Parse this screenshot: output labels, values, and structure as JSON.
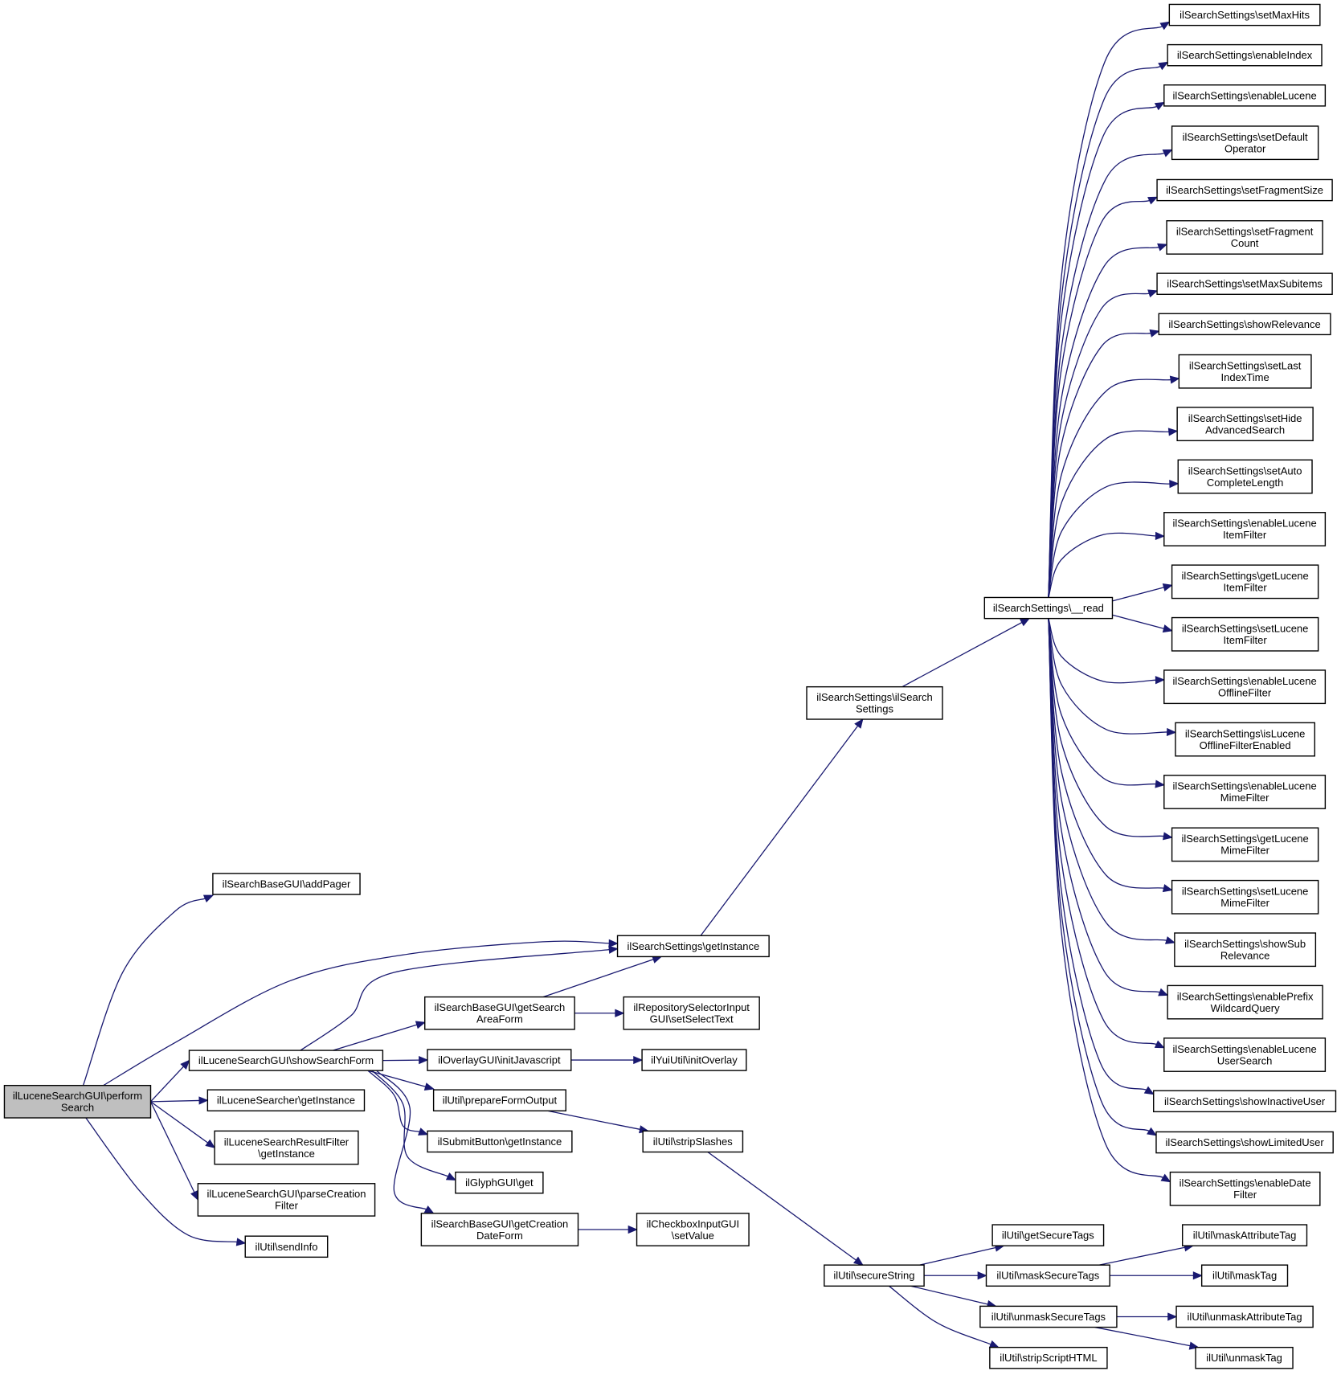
{
  "diagram": {
    "nodes": [
      {
        "id": "root",
        "lines": [
          "ilLuceneSearchGUI\\perform",
          "Search"
        ],
        "root": true
      },
      {
        "id": "addPager",
        "lines": [
          "ilSearchBaseGUI\\addPager"
        ]
      },
      {
        "id": "ssGetInstance",
        "lines": [
          "ilSearchSettings\\getInstance"
        ]
      },
      {
        "id": "showSearchForm",
        "lines": [
          "ilLuceneSearchGUI\\showSearchForm"
        ]
      },
      {
        "id": "searcherGetInstance",
        "lines": [
          "ilLuceneSearcher\\getInstance"
        ]
      },
      {
        "id": "resultFilterGetInstance",
        "lines": [
          "ilLuceneSearchResultFilter",
          "\\getInstance"
        ]
      },
      {
        "id": "parseCreationFilter",
        "lines": [
          "ilLuceneSearchGUI\\parseCreation",
          "Filter"
        ]
      },
      {
        "id": "sendInfo",
        "lines": [
          "ilUtil\\sendInfo"
        ]
      },
      {
        "id": "getSearchAreaForm",
        "lines": [
          "ilSearchBaseGUI\\getSearch",
          "AreaForm"
        ]
      },
      {
        "id": "initJavascript",
        "lines": [
          "ilOverlayGUI\\initJavascript"
        ]
      },
      {
        "id": "prepareFormOutput",
        "lines": [
          "ilUtil\\prepareFormOutput"
        ]
      },
      {
        "id": "submitButton",
        "lines": [
          "ilSubmitButton\\getInstance"
        ]
      },
      {
        "id": "glyphGet",
        "lines": [
          "ilGlyphGUI\\get"
        ]
      },
      {
        "id": "getCreationDateForm",
        "lines": [
          "ilSearchBaseGUI\\getCreation",
          "DateForm"
        ]
      },
      {
        "id": "repoSelector",
        "lines": [
          "ilRepositorySelectorInput",
          "GUI\\setSelectText"
        ]
      },
      {
        "id": "initOverlay",
        "lines": [
          "ilYuiUtil\\initOverlay"
        ]
      },
      {
        "id": "stripSlashes",
        "lines": [
          "ilUtil\\stripSlashes"
        ]
      },
      {
        "id": "checkboxSetValue",
        "lines": [
          "ilCheckboxInputGUI",
          "\\setValue"
        ]
      },
      {
        "id": "ssConstruct",
        "lines": [
          "ilSearchSettings\\ilSearch",
          "Settings"
        ]
      },
      {
        "id": "ssRead",
        "lines": [
          "ilSearchSettings\\__read"
        ]
      },
      {
        "id": "secureString",
        "lines": [
          "ilUtil\\secureString"
        ]
      },
      {
        "id": "getSecureTags",
        "lines": [
          "ilUtil\\getSecureTags"
        ]
      },
      {
        "id": "maskSecureTags",
        "lines": [
          "ilUtil\\maskSecureTags"
        ]
      },
      {
        "id": "unmaskSecureTags",
        "lines": [
          "ilUtil\\unmaskSecureTags"
        ]
      },
      {
        "id": "stripScriptHTML",
        "lines": [
          "ilUtil\\stripScriptHTML"
        ]
      },
      {
        "id": "maskAttributeTag",
        "lines": [
          "ilUtil\\maskAttributeTag"
        ]
      },
      {
        "id": "maskTag",
        "lines": [
          "ilUtil\\maskTag"
        ]
      },
      {
        "id": "unmaskAttributeTag",
        "lines": [
          "ilUtil\\unmaskAttributeTag"
        ]
      },
      {
        "id": "unmaskTag",
        "lines": [
          "ilUtil\\unmaskTag"
        ]
      },
      {
        "id": "s01",
        "lines": [
          "ilSearchSettings\\setMaxHits"
        ]
      },
      {
        "id": "s02",
        "lines": [
          "ilSearchSettings\\enableIndex"
        ]
      },
      {
        "id": "s03",
        "lines": [
          "ilSearchSettings\\enableLucene"
        ]
      },
      {
        "id": "s04",
        "lines": [
          "ilSearchSettings\\setDefault",
          "Operator"
        ]
      },
      {
        "id": "s05",
        "lines": [
          "ilSearchSettings\\setFragmentSize"
        ]
      },
      {
        "id": "s06",
        "lines": [
          "ilSearchSettings\\setFragment",
          "Count"
        ]
      },
      {
        "id": "s07",
        "lines": [
          "ilSearchSettings\\setMaxSubitems"
        ]
      },
      {
        "id": "s08",
        "lines": [
          "ilSearchSettings\\showRelevance"
        ]
      },
      {
        "id": "s09",
        "lines": [
          "ilSearchSettings\\setLast",
          "IndexTime"
        ]
      },
      {
        "id": "s10",
        "lines": [
          "ilSearchSettings\\setHide",
          "AdvancedSearch"
        ]
      },
      {
        "id": "s11",
        "lines": [
          "ilSearchSettings\\setAuto",
          "CompleteLength"
        ]
      },
      {
        "id": "s12",
        "lines": [
          "ilSearchSettings\\enableLucene",
          "ItemFilter"
        ]
      },
      {
        "id": "s13",
        "lines": [
          "ilSearchSettings\\getLucene",
          "ItemFilter"
        ]
      },
      {
        "id": "s14",
        "lines": [
          "ilSearchSettings\\setLucene",
          "ItemFilter"
        ]
      },
      {
        "id": "s15",
        "lines": [
          "ilSearchSettings\\enableLucene",
          "OfflineFilter"
        ]
      },
      {
        "id": "s16",
        "lines": [
          "ilSearchSettings\\isLucene",
          "OfflineFilterEnabled"
        ]
      },
      {
        "id": "s17",
        "lines": [
          "ilSearchSettings\\enableLucene",
          "MimeFilter"
        ]
      },
      {
        "id": "s18",
        "lines": [
          "ilSearchSettings\\getLucene",
          "MimeFilter"
        ]
      },
      {
        "id": "s19",
        "lines": [
          "ilSearchSettings\\setLucene",
          "MimeFilter"
        ]
      },
      {
        "id": "s20",
        "lines": [
          "ilSearchSettings\\showSub",
          "Relevance"
        ]
      },
      {
        "id": "s21",
        "lines": [
          "ilSearchSettings\\enablePrefix",
          "WildcardQuery"
        ]
      },
      {
        "id": "s22",
        "lines": [
          "ilSearchSettings\\enableLucene",
          "UserSearch"
        ]
      },
      {
        "id": "s23",
        "lines": [
          "ilSearchSettings\\showInactiveUser"
        ]
      },
      {
        "id": "s24",
        "lines": [
          "ilSearchSettings\\showLimitedUser"
        ]
      },
      {
        "id": "s25",
        "lines": [
          "ilSearchSettings\\enableDate",
          "Filter"
        ]
      }
    ],
    "edges": [
      [
        "root",
        "addPager"
      ],
      [
        "root",
        "ssGetInstance"
      ],
      [
        "root",
        "showSearchForm"
      ],
      [
        "root",
        "searcherGetInstance"
      ],
      [
        "root",
        "resultFilterGetInstance"
      ],
      [
        "root",
        "parseCreationFilter"
      ],
      [
        "root",
        "sendInfo"
      ],
      [
        "showSearchForm",
        "ssGetInstance"
      ],
      [
        "showSearchForm",
        "getSearchAreaForm"
      ],
      [
        "showSearchForm",
        "initJavascript"
      ],
      [
        "showSearchForm",
        "prepareFormOutput"
      ],
      [
        "showSearchForm",
        "submitButton"
      ],
      [
        "showSearchForm",
        "glyphGet"
      ],
      [
        "showSearchForm",
        "getCreationDateForm"
      ],
      [
        "getSearchAreaForm",
        "ssGetInstance"
      ],
      [
        "getSearchAreaForm",
        "repoSelector"
      ],
      [
        "initJavascript",
        "initOverlay"
      ],
      [
        "prepareFormOutput",
        "stripSlashes"
      ],
      [
        "getCreationDateForm",
        "checkboxSetValue"
      ],
      [
        "ssGetInstance",
        "ssConstruct"
      ],
      [
        "ssConstruct",
        "ssRead"
      ],
      [
        "stripSlashes",
        "secureString"
      ],
      [
        "secureString",
        "getSecureTags"
      ],
      [
        "secureString",
        "maskSecureTags"
      ],
      [
        "secureString",
        "unmaskSecureTags"
      ],
      [
        "secureString",
        "stripScriptHTML"
      ],
      [
        "maskSecureTags",
        "maskAttributeTag"
      ],
      [
        "maskSecureTags",
        "maskTag"
      ],
      [
        "unmaskSecureTags",
        "unmaskAttributeTag"
      ],
      [
        "unmaskSecureTags",
        "unmaskTag"
      ],
      [
        "ssRead",
        "s01"
      ],
      [
        "ssRead",
        "s02"
      ],
      [
        "ssRead",
        "s03"
      ],
      [
        "ssRead",
        "s04"
      ],
      [
        "ssRead",
        "s05"
      ],
      [
        "ssRead",
        "s06"
      ],
      [
        "ssRead",
        "s07"
      ],
      [
        "ssRead",
        "s08"
      ],
      [
        "ssRead",
        "s09"
      ],
      [
        "ssRead",
        "s10"
      ],
      [
        "ssRead",
        "s11"
      ],
      [
        "ssRead",
        "s12"
      ],
      [
        "ssRead",
        "s13"
      ],
      [
        "ssRead",
        "s14"
      ],
      [
        "ssRead",
        "s15"
      ],
      [
        "ssRead",
        "s16"
      ],
      [
        "ssRead",
        "s17"
      ],
      [
        "ssRead",
        "s18"
      ],
      [
        "ssRead",
        "s19"
      ],
      [
        "ssRead",
        "s20"
      ],
      [
        "ssRead",
        "s21"
      ],
      [
        "ssRead",
        "s22"
      ],
      [
        "ssRead",
        "s23"
      ],
      [
        "ssRead",
        "s24"
      ],
      [
        "ssRead",
        "s25"
      ]
    ]
  },
  "colors": {
    "edge": "#191970",
    "node_border": "#000000",
    "node_fill": "#ffffff",
    "root_fill": "#bfbfbf"
  }
}
